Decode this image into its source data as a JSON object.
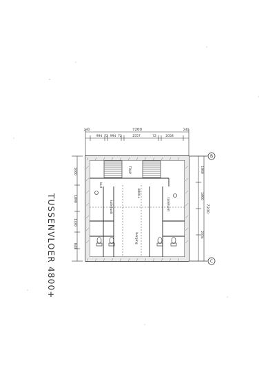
{
  "sheet": {
    "title": "TUSSENVLOER 4800+"
  },
  "dimensions": {
    "top_total": "7200",
    "top_segments": [
      "240",
      "994",
      "72",
      "994",
      "72",
      "2557",
      "72",
      "2058",
      "240"
    ],
    "right_total": "7200",
    "right_segments": [
      "1860",
      "1860",
      "2034"
    ],
    "left_segments": [
      "2060",
      "1890",
      "1330",
      "843"
    ]
  },
  "grid_markers": {
    "b": "B",
    "c": "C"
  },
  "rooms": {
    "stair_label": "TRAP",
    "hall_label": "4800+",
    "upper_wc_label": "toiletunit",
    "lower_wc_label": "toiletunit",
    "corridor_label": "berging",
    "small_label": "kast"
  }
}
